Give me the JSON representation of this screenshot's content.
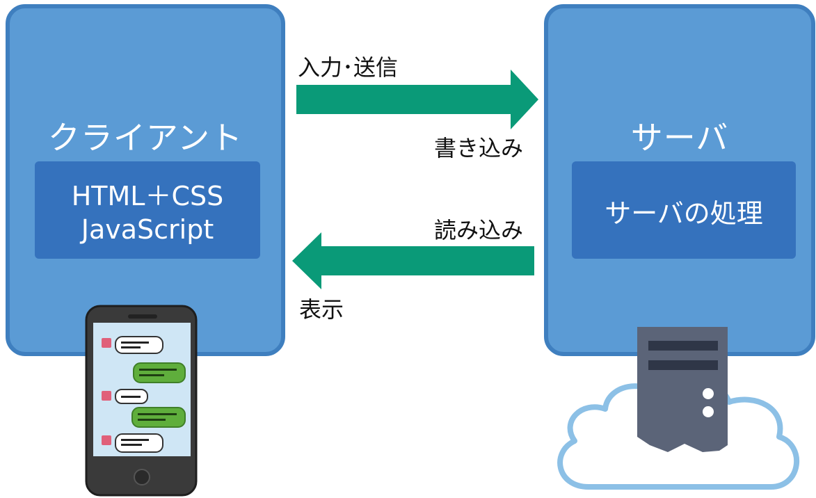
{
  "client": {
    "title": "クライアント",
    "box_line1": "HTML＋CSS",
    "box_line2": "JavaScript"
  },
  "server": {
    "title": "サーバ",
    "box_text": "サーバの処理"
  },
  "arrows": {
    "to_server": {
      "top_label": "入力･送信",
      "bottom_label": "書き込み",
      "color": "#0a9a78"
    },
    "to_client": {
      "top_label": "読み込み",
      "bottom_label": "表示",
      "color": "#0a9a78"
    }
  },
  "colors": {
    "panel_fill": "#5b9bd5",
    "panel_border": "#3f7fbf",
    "inner_box": "#3572bd"
  },
  "icons": [
    "smartphone-chat-icon",
    "server-tower-icon",
    "cloud-icon"
  ]
}
